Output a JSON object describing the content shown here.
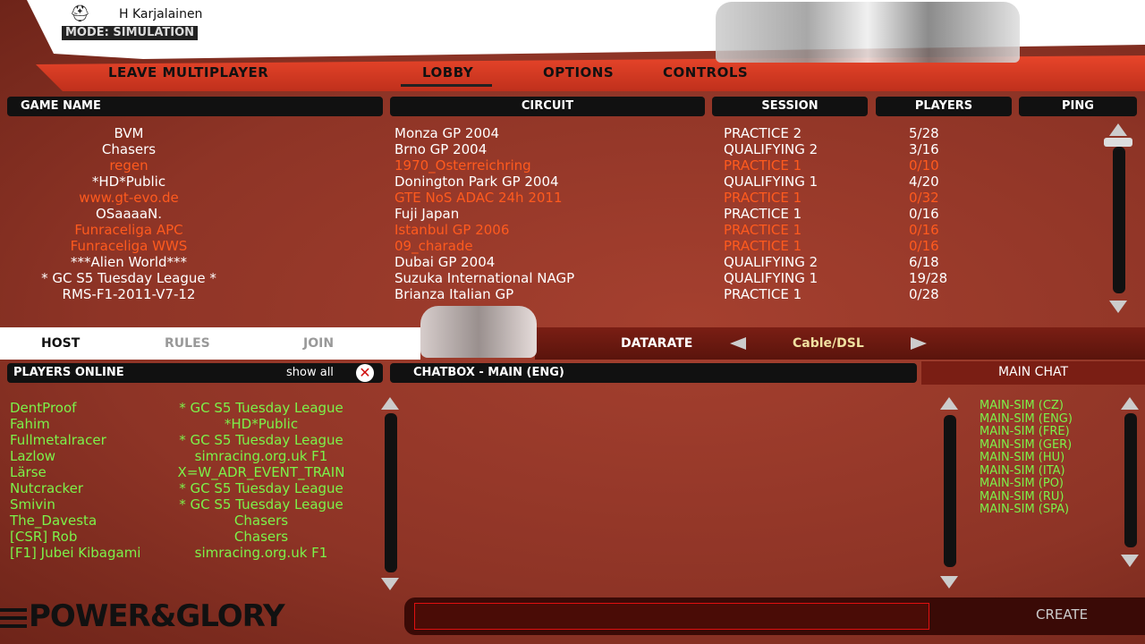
{
  "header": {
    "username": "H Karjalainen",
    "mode": "MODE: SIMULATION"
  },
  "nav": {
    "leave": "LEAVE MULTIPLAYER",
    "lobby": "LOBBY",
    "options": "OPTIONS",
    "controls": "CONTROLS"
  },
  "columns": {
    "game_name": "GAME NAME",
    "circuit": "CIRCUIT",
    "session": "SESSION",
    "players": "PLAYERS",
    "ping": "PING"
  },
  "games": [
    {
      "name": "BVM",
      "circuit": "Monza GP 2004",
      "session": "PRACTICE 2",
      "players": "5/28",
      "locked": false
    },
    {
      "name": "Chasers",
      "circuit": "Brno GP 2004",
      "session": "QUALIFYING 2",
      "players": "3/16",
      "locked": false
    },
    {
      "name": "regen",
      "circuit": "1970_Osterreichring",
      "session": "PRACTICE 1",
      "players": "0/10",
      "locked": true
    },
    {
      "name": "*HD*Public",
      "circuit": "Donington Park GP 2004",
      "session": "QUALIFYING 1",
      "players": "4/20",
      "locked": false
    },
    {
      "name": "www.gt-evo.de",
      "circuit": "GTE NoS ADAC 24h 2011",
      "session": "PRACTICE 1",
      "players": "0/32",
      "locked": true
    },
    {
      "name": "OSaaaaN.",
      "circuit": "Fuji Japan",
      "session": "PRACTICE 1",
      "players": "0/16",
      "locked": false
    },
    {
      "name": "Funraceliga APC",
      "circuit": "Istanbul GP 2006",
      "session": "PRACTICE 1",
      "players": "0/16",
      "locked": true
    },
    {
      "name": "Funraceliga WWS",
      "circuit": "09_charade",
      "session": "PRACTICE 1",
      "players": "0/16",
      "locked": true
    },
    {
      "name": "***Alien World***",
      "circuit": "Dubai GP 2004",
      "session": "QUALIFYING 2",
      "players": "6/18",
      "locked": false
    },
    {
      "name": "* GC S5 Tuesday League *",
      "circuit": "Suzuka International NAGP",
      "session": "QUALIFYING 1",
      "players": "19/28",
      "locked": false
    },
    {
      "name": "RMS-F1-2011-V7-12",
      "circuit": "Brianza Italian GP",
      "session": "PRACTICE 1",
      "players": "0/28",
      "locked": false
    }
  ],
  "tabs": {
    "host": "HOST",
    "rules": "RULES",
    "join": "JOIN",
    "datarate_label": "DATARATE",
    "datarate_value": "Cable/DSL"
  },
  "players_online": {
    "title": "PLAYERS ONLINE",
    "show_all": "show all",
    "list": [
      {
        "name": "DentProof",
        "game": "* GC S5 Tuesday League"
      },
      {
        "name": "Fahim",
        "game": "*HD*Public"
      },
      {
        "name": "Fullmetalracer",
        "game": "* GC S5 Tuesday League"
      },
      {
        "name": "Lazlow",
        "game": "simracing.org.uk F1"
      },
      {
        "name": "Lärse",
        "game": "X=W_ADR_EVENT_TRAIN"
      },
      {
        "name": "Nutcracker",
        "game": "* GC S5 Tuesday League"
      },
      {
        "name": "Smivin",
        "game": "* GC S5 Tuesday League"
      },
      {
        "name": "The_Davesta",
        "game": "Chasers"
      },
      {
        "name": "[CSR] Rob",
        "game": "Chasers"
      },
      {
        "name": "[F1] Jubei Kibagami",
        "game": "simracing.org.uk F1"
      }
    ]
  },
  "chatbox": {
    "title": "CHATBOX - MAIN (ENG)",
    "main_chat": "MAIN CHAT",
    "channels": [
      "MAIN-SIM (CZ)",
      "MAIN-SIM (ENG)",
      "MAIN-SIM (FRE)",
      "MAIN-SIM (GER)",
      "MAIN-SIM (HU)",
      "MAIN-SIM (ITA)",
      "MAIN-SIM (PO)",
      "MAIN-SIM (RU)",
      "MAIN-SIM (SPA)"
    ],
    "input_value": ""
  },
  "footer": {
    "logo": "POWER&GLORY",
    "create": "CREATE"
  },
  "colors": {
    "locked": "#ff5a1e",
    "green": "#7cf24a",
    "accent": "#e8452a"
  }
}
